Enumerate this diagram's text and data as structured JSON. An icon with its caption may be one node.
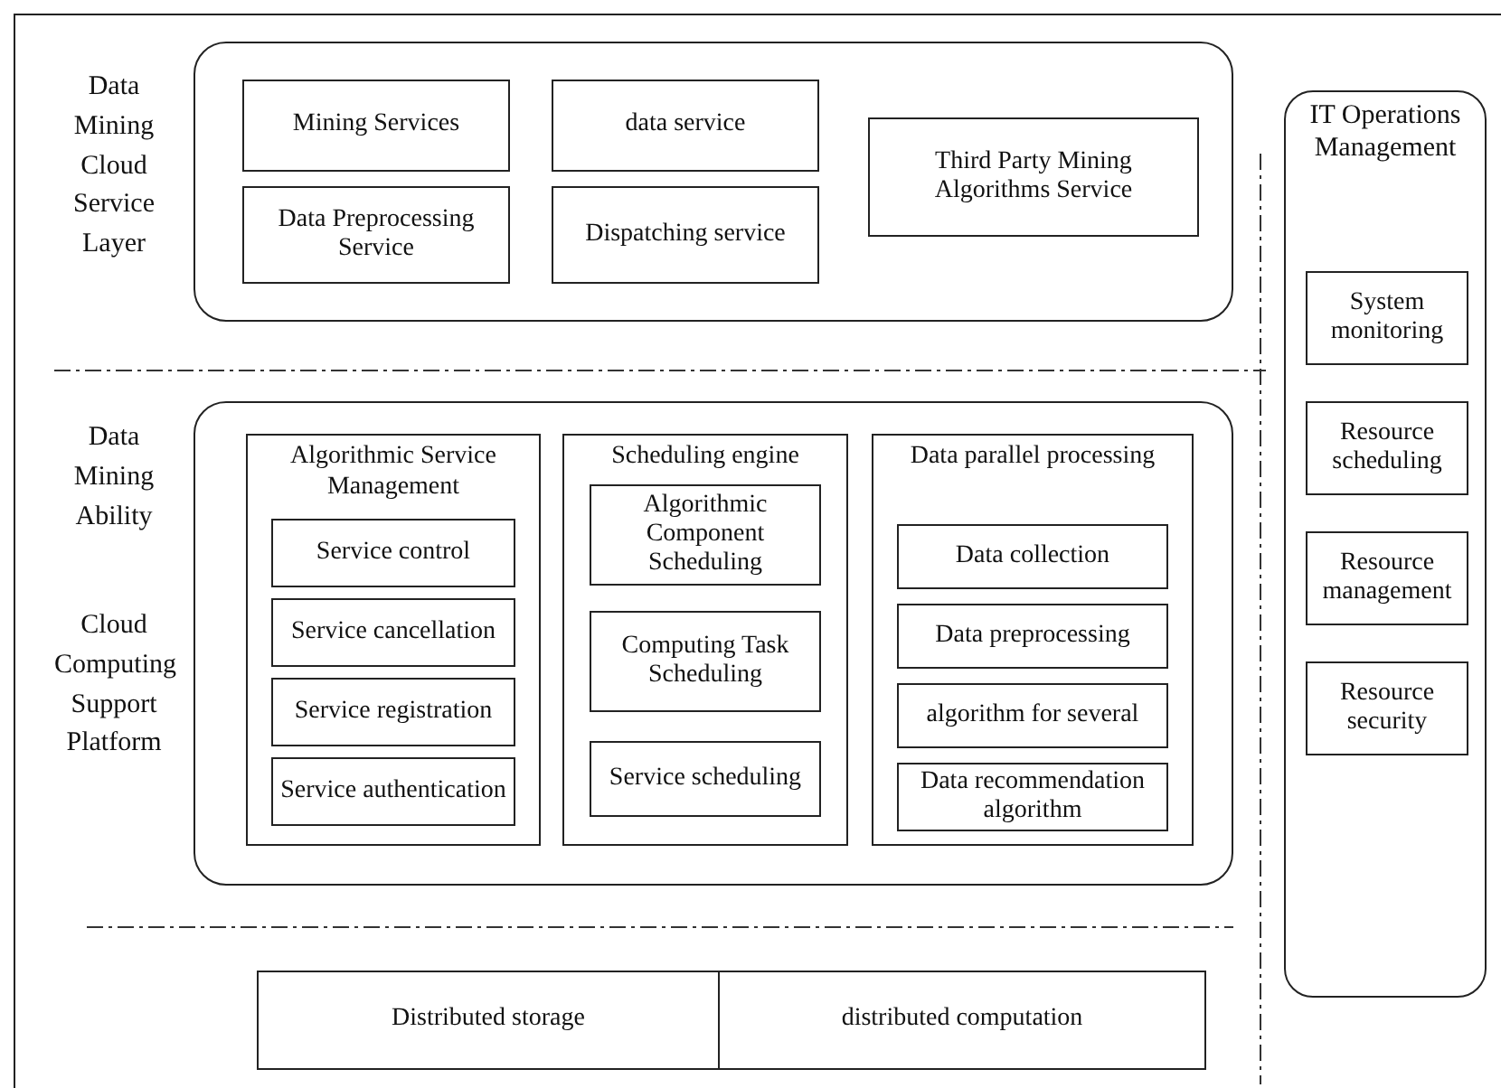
{
  "diagram": {
    "nodes": [
      {
        "text": [],
        "shape": "box"
      },
      {
        "text": [
          "Mining Services"
        ],
        "in": 0
      },
      {
        "text": [
          "data service"
        ],
        "in": 0
      },
      {
        "text": [
          "Third Party Mining Algorithms Service"
        ],
        "in": 0
      },
      {
        "text": [
          "Data Preprocessing Service"
        ],
        "in": 0
      },
      {
        "text": [
          "Dispatching service"
        ],
        "in": 0
      },
      {
        "text": [
          "IT Operations Management"
        ]
      },
      {
        "text": [
          "System monitoring"
        ],
        "in": 6
      },
      {
        "text": [
          "Resource scheduling"
        ],
        "in": 6
      },
      {
        "text": [
          "Resource management"
        ],
        "in": 6
      },
      {
        "text": [
          "Resource security"
        ],
        "in": 6
      },
      {
        "text": [],
        "shape": "box"
      },
      {
        "text": [
          "Algorithmic Service Management"
        ],
        "in": 11
      },
      {
        "text": [
          "Service control"
        ],
        "in": 12
      },
      {
        "text": [
          "Service cancellation"
        ],
        "in": 12
      },
      {
        "text": [
          "Service registration"
        ],
        "in": 12
      },
      {
        "text": [
          "Service authentication"
        ],
        "in": 12
      },
      {
        "text": [
          "Scheduling engine"
        ],
        "in": 11
      },
      {
        "text": [
          "Algorithmic Component Scheduling"
        ],
        "in": 17
      },
      {
        "text": [
          "Computing Task Scheduling"
        ],
        "in": 17
      },
      {
        "text": [
          "Service scheduling"
        ],
        "in": 17
      },
      {
        "text": [
          "Data parallel processing"
        ],
        "in": 11
      },
      {
        "text": [
          "Data collection"
        ],
        "in": 21
      },
      {
        "text": [
          "Data preprocessing"
        ],
        "in": 21
      },
      {
        "text": [
          "algorithm for several"
        ],
        "in": 21
      },
      {
        "text": [
          "Data recommendation algorithm"
        ],
        "in": 21
      },
      {
        "text": [
          "Distributed storage"
        ]
      },
      {
        "text": [
          "distributed computation"
        ]
      }
    ],
    "labels": [
      "Data Mining Cloud Service Layer",
      "Data Mining Ability",
      "Cloud Computing Support Platform"
    ]
  }
}
